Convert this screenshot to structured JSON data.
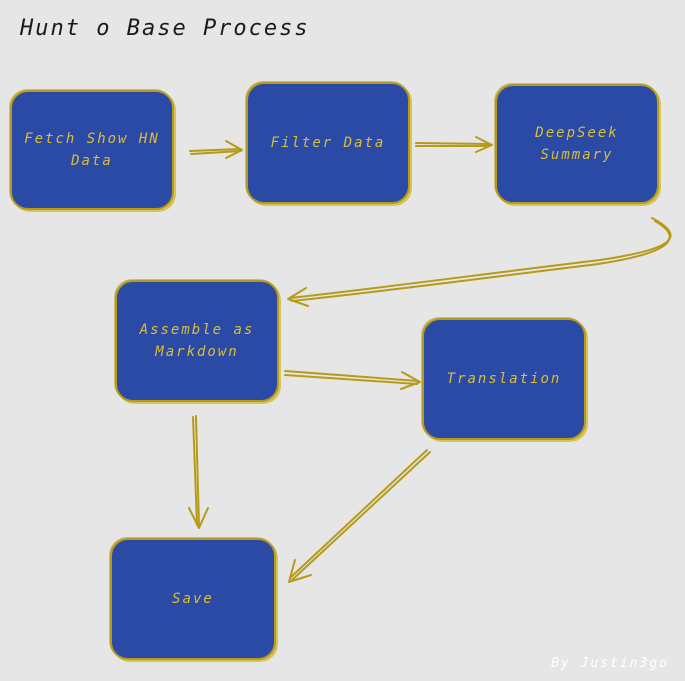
{
  "diagram": {
    "title": "Hunt o Base Process",
    "byline": "By Justin3go",
    "nodes": {
      "fetch": "Fetch Show HN\nData",
      "filter": "Filter Data",
      "deepseek": "DeepSeek\nSummary",
      "assemble": "Assemble as\nMarkdown",
      "translation": "Translation",
      "save": "Save"
    },
    "colors": {
      "background": "#e6e6e6",
      "node_fill": "#2b4aa5",
      "node_stroke": "#b59b1a",
      "text": "#d8bf38",
      "arrow": "#b59b1a"
    }
  }
}
